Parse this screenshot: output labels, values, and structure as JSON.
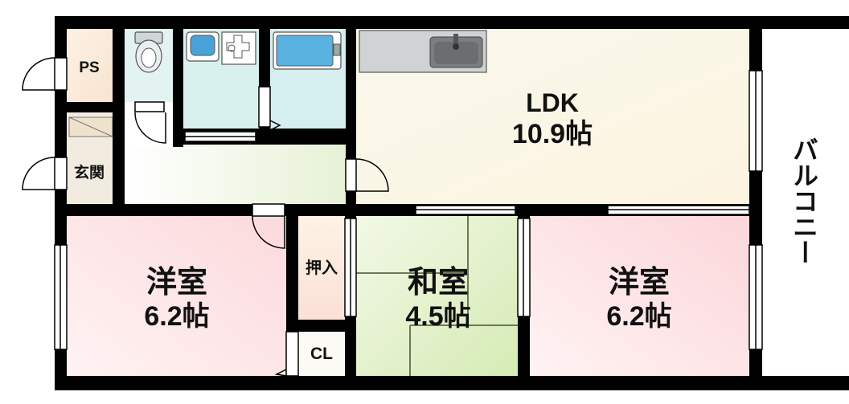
{
  "rooms": {
    "ldk": {
      "name": "LDK",
      "size": "10.9帖"
    },
    "western1": {
      "name": "洋室",
      "size": "6.2帖"
    },
    "japanese": {
      "name": "和室",
      "size": "4.5帖"
    },
    "western2": {
      "name": "洋室",
      "size": "6.2帖"
    },
    "ps": {
      "name": "PS"
    },
    "entrance": {
      "name": "玄関"
    },
    "closet_oshiire": {
      "name": "押入"
    },
    "closet_cl": {
      "name": "CL"
    }
  },
  "balcony": {
    "label": "バルコニー"
  },
  "colors": {
    "wall": "#000000",
    "ldk": "#fbf8e6",
    "hall": "#eef4dd",
    "western": "#fbe4e6",
    "japanese": "#e2f0cc",
    "wet_area": "#d8f0ee",
    "ps": "#fbeedd",
    "entrance": "#f2ebdf"
  }
}
